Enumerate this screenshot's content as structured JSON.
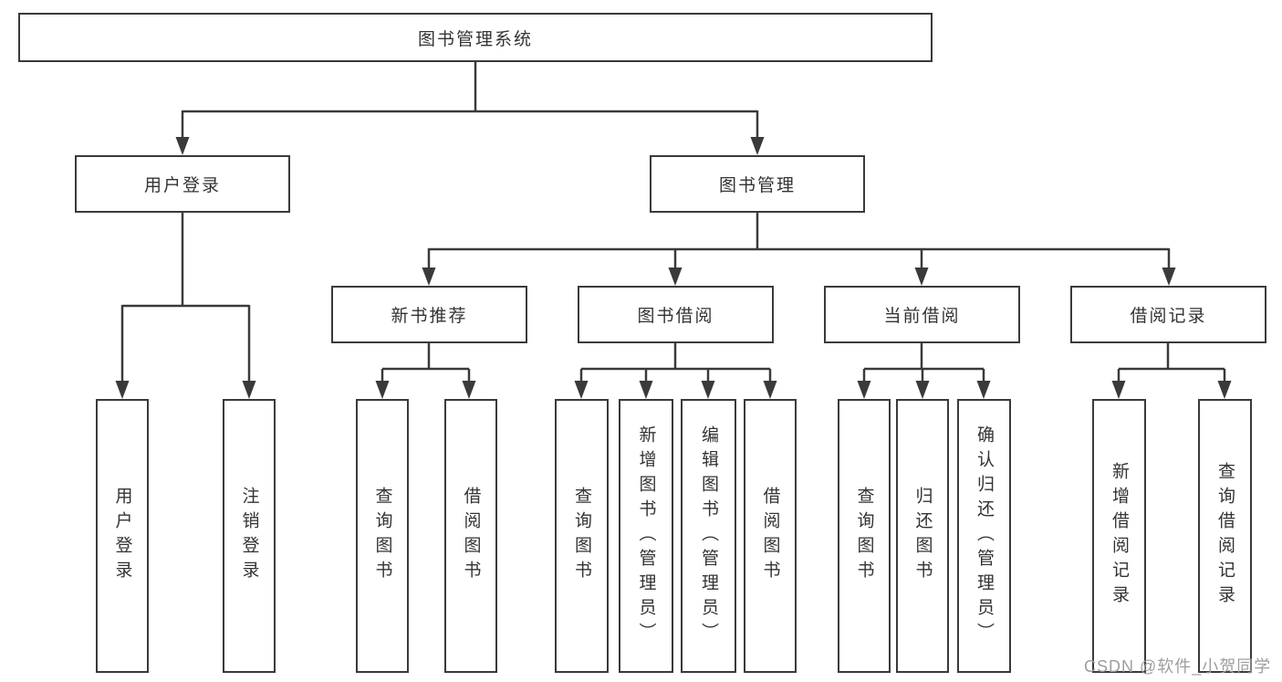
{
  "diagram": {
    "root": {
      "label": "图书管理系统"
    },
    "branches": [
      {
        "label": "用户登录",
        "children": [
          {
            "label": "用户登录"
          },
          {
            "label": "注销登录"
          }
        ]
      },
      {
        "label": "图书管理",
        "modules": [
          {
            "label": "新书推荐",
            "children": [
              {
                "label": "查询图书"
              },
              {
                "label": "借阅图书"
              }
            ]
          },
          {
            "label": "图书借阅",
            "children": [
              {
                "label": "查询图书"
              },
              {
                "label": "新增图书（管理员）"
              },
              {
                "label": "编辑图书（管理员）"
              },
              {
                "label": "借阅图书"
              }
            ]
          },
          {
            "label": "当前借阅",
            "children": [
              {
                "label": "查询图书"
              },
              {
                "label": "归还图书"
              },
              {
                "label": "确认归还（管理员）"
              }
            ]
          },
          {
            "label": "借阅记录",
            "children": [
              {
                "label": "新增借阅记录"
              },
              {
                "label": "查询借阅记录"
              }
            ]
          }
        ]
      }
    ]
  },
  "watermark": {
    "text": "CSDN @软件_小贺同学"
  },
  "colors": {
    "line": "#3a3a3a",
    "text": "#333333",
    "watermark": "#9e9e9e",
    "background": "#ffffff"
  }
}
